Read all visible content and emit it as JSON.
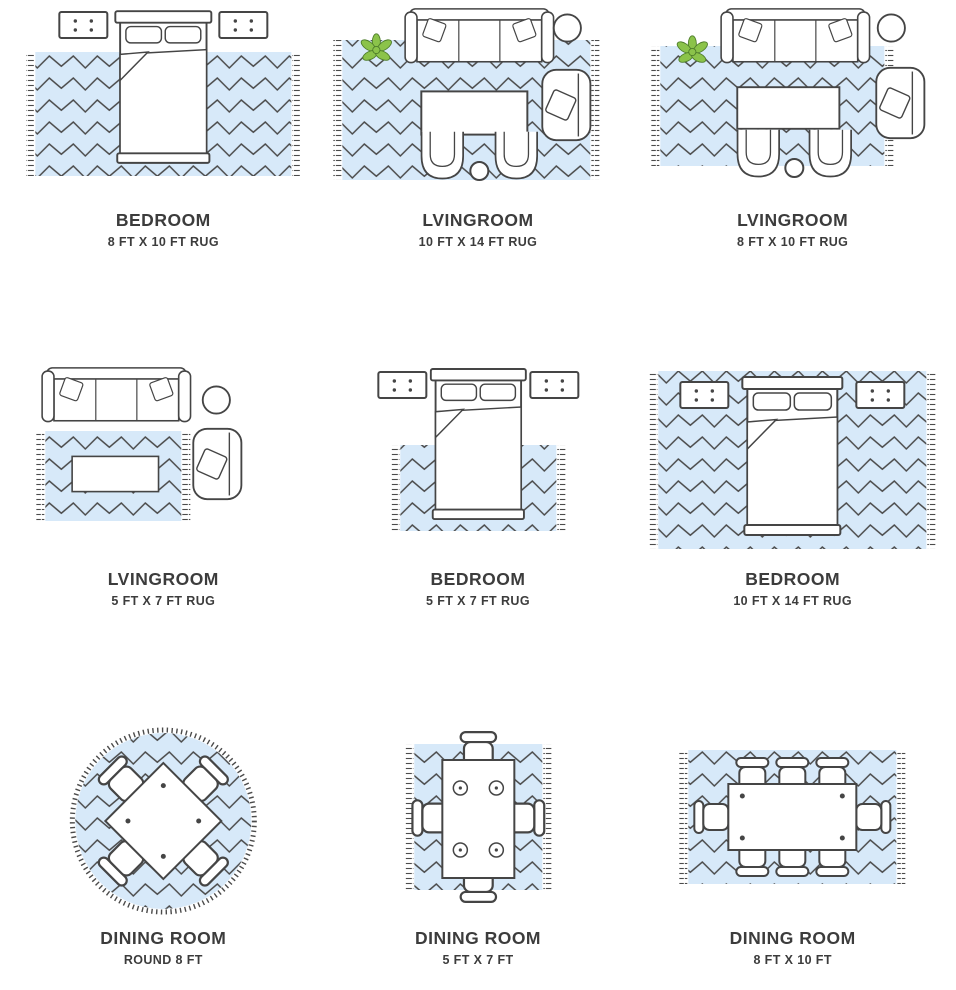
{
  "colors": {
    "rug_fill": "#d7e9f9",
    "outline": "#454545",
    "text": "#3c3c3c",
    "plant_leaf": "#8bc34a"
  },
  "cells": [
    {
      "title": "BEDROOM",
      "subtitle": "8 FT X 10 FT RUG",
      "furniture_icons": [
        "rug-icon",
        "bed-icon",
        "nightstand-icon",
        "nightstand-icon"
      ]
    },
    {
      "title": "LVINGROOM",
      "subtitle": "10 FT X 14 FT RUG",
      "furniture_icons": [
        "rug-icon",
        "sofa-icon",
        "plant-icon",
        "side-table-icon",
        "lounge-chair-icon",
        "coffee-table-icon",
        "armchair-icon",
        "armchair-icon",
        "decor-ball-icon"
      ]
    },
    {
      "title": "LVINGROOM",
      "subtitle": "8 FT X 10 FT RUG",
      "furniture_icons": [
        "rug-icon",
        "sofa-icon",
        "plant-icon",
        "side-table-icon",
        "lounge-chair-icon",
        "coffee-table-icon",
        "armchair-icon",
        "armchair-icon",
        "decor-ball-icon"
      ]
    },
    {
      "title": "LVINGROOM",
      "subtitle": "5 FT X 7 FT RUG",
      "furniture_icons": [
        "rug-icon",
        "sofa-icon",
        "side-table-icon",
        "lounge-chair-icon",
        "coffee-table-icon"
      ]
    },
    {
      "title": "BEDROOM",
      "subtitle": "5 FT X 7 FT RUG",
      "furniture_icons": [
        "rug-icon",
        "bed-icon",
        "nightstand-icon",
        "nightstand-icon"
      ]
    },
    {
      "title": "BEDROOM",
      "subtitle": "10 FT X 14 FT RUG",
      "furniture_icons": [
        "rug-icon",
        "bed-icon",
        "nightstand-icon",
        "nightstand-icon"
      ]
    },
    {
      "title": "DINING ROOM",
      "subtitle": "ROUND 8 FT",
      "furniture_icons": [
        "round-rug-icon",
        "dining-table-icon",
        "dining-chair-icon",
        "dining-chair-icon",
        "dining-chair-icon",
        "dining-chair-icon"
      ]
    },
    {
      "title": "DINING ROOM",
      "subtitle": "5 FT X 7 FT",
      "furniture_icons": [
        "rug-icon",
        "dining-table-icon",
        "plate-icon",
        "plate-icon",
        "plate-icon",
        "plate-icon",
        "dining-chair-icon",
        "dining-chair-icon",
        "dining-chair-icon",
        "dining-chair-icon"
      ]
    },
    {
      "title": "DINING ROOM",
      "subtitle": "8 FT X 10 FT",
      "furniture_icons": [
        "rug-icon",
        "dining-table-icon",
        "dining-chair-icon",
        "dining-chair-icon",
        "dining-chair-icon",
        "dining-chair-icon",
        "dining-chair-icon",
        "dining-chair-icon",
        "dining-chair-icon",
        "dining-chair-icon"
      ]
    }
  ]
}
